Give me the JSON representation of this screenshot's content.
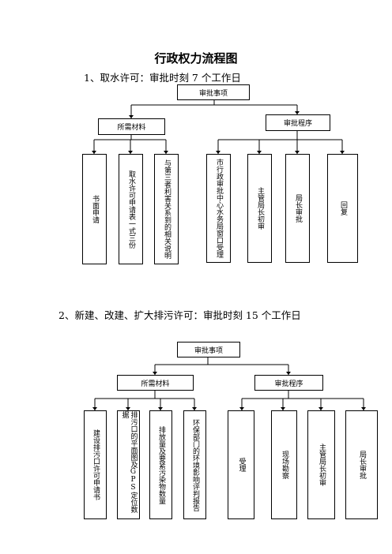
{
  "title": "行政权力流程图",
  "sections": [
    {
      "heading": "1、取水许可：审批时刻 7 个工作日",
      "root": "审批事项",
      "materials": {
        "label": "所需材料",
        "items": [
          "书面申请",
          "取水许可申请表一式三份",
          "与第三者利害关系到的相关说明"
        ]
      },
      "procedure": {
        "label": "审批程序",
        "items": [
          "市行政审批中心水务局窗口受理",
          "主管局长初审",
          "局长审批",
          "回复"
        ]
      }
    },
    {
      "heading": "2、新建、改建、扩大排污许可：审批时刻 15 个工作日",
      "root": "审批事项",
      "materials": {
        "label": "所需材料",
        "items": [
          "建设排污口许可申请书",
          "排污口的平面图及GPS定位数据",
          "排放量及要紧污染物数量",
          "环保部门的环境影响评判报告"
        ]
      },
      "procedure": {
        "label": "审批程序",
        "items": [
          "受理",
          "现场勘察",
          "主管局长初审",
          "局长审批"
        ]
      }
    }
  ]
}
